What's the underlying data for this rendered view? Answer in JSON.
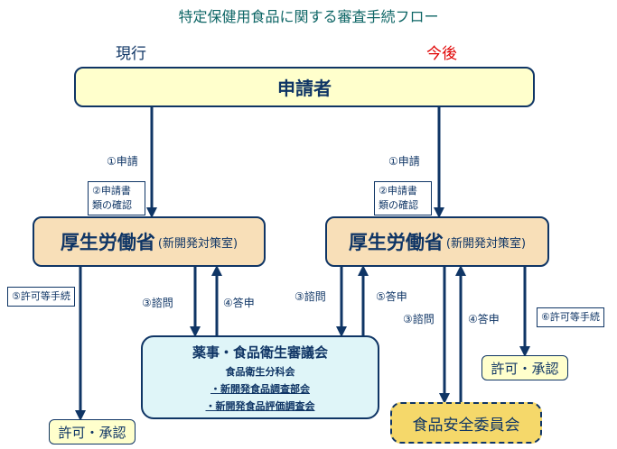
{
  "title": "特定保健用食品に関する審査手続フロー",
  "headers": {
    "current": "現行",
    "future": "今後"
  },
  "nodes": {
    "applicant": "申請者",
    "mhlw": {
      "name": "厚生労働省",
      "sub": "(新開発対策室)"
    },
    "council": {
      "name": "薬事・食品衛生審議会",
      "sub": "食品衛生分科会",
      "items": [
        "・新開発食品調査部会",
        "・新開発食品評価調査会"
      ]
    },
    "food_safety_commission": "食品安全委員会",
    "approval": "許可・承認"
  },
  "current_flow": {
    "apply": "①申請",
    "check_docs": [
      "②申請書",
      "類の確認"
    ],
    "consult": "③諮問",
    "report": "④答申",
    "permit": "⑤許可等手続"
  },
  "future_flow": {
    "apply": "①申請",
    "check_docs": [
      "②申請書",
      "類の確認"
    ],
    "consult_council": "③諮問",
    "report_council": "⑤答申",
    "consult_fsc": "③諮問",
    "report_fsc": "④答申",
    "permit": "⑥許可等手続"
  }
}
